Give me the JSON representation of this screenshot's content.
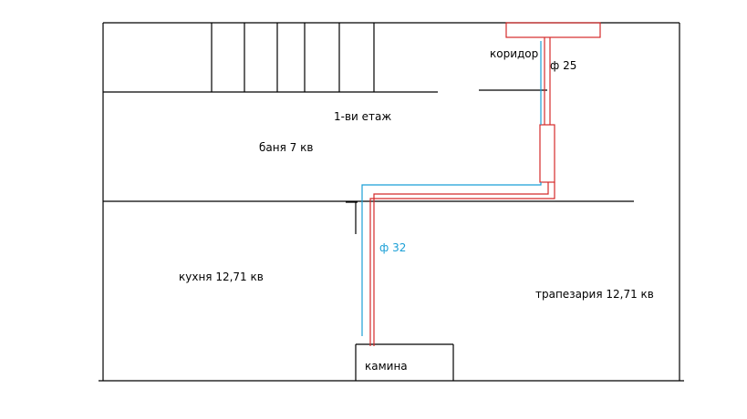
{
  "labels": {
    "floor": "1-ви етаж",
    "corridor": "коридор",
    "bathroom": "баня   7 кв",
    "kitchen": "кухня    12,71 кв",
    "dining": "трапезария  12,71 кв",
    "fireplace": "камина",
    "pipe_25": "ф 25",
    "pipe_32": "ф 32"
  },
  "colors": {
    "wall": "#000000",
    "hot_pipe": "#d42a2a",
    "cold_pipe": "#1a9fd6"
  }
}
